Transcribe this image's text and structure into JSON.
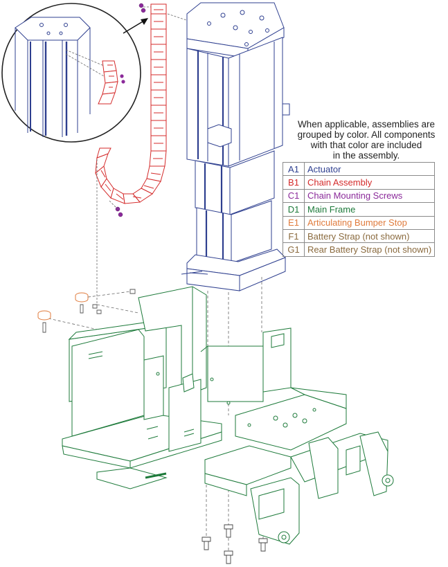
{
  "note": {
    "lines": [
      "When applicable, assemblies are",
      "grouped by color. All components",
      "with that color are included",
      "in the assembly."
    ]
  },
  "legend": [
    {
      "code": "A1",
      "label": "Actuator",
      "color": "#2e3f8f"
    },
    {
      "code": "B1",
      "label": "Chain Assembly",
      "color": "#d42a2a"
    },
    {
      "code": "C1",
      "label": "Chain Mounting Screws",
      "color": "#8b2a9a"
    },
    {
      "code": "D1",
      "label": "Main Frame",
      "color": "#1d7a3a"
    },
    {
      "code": "E1",
      "label": "Articulating Bumper Stop",
      "color": "#e07b3c"
    },
    {
      "code": "F1",
      "label": "Battery Strap (not shown)",
      "color": "#8a6a3e"
    },
    {
      "code": "G1",
      "label": "Rear Battery Strap (not shown)",
      "color": "#8a6a3e"
    }
  ],
  "colors": {
    "actuator": "#2e3f8f",
    "chain": "#d42a2a",
    "screws": "#8b2a9a",
    "frame": "#1d7a3a",
    "bumper": "#e07b3c",
    "hardware": "#666666"
  }
}
